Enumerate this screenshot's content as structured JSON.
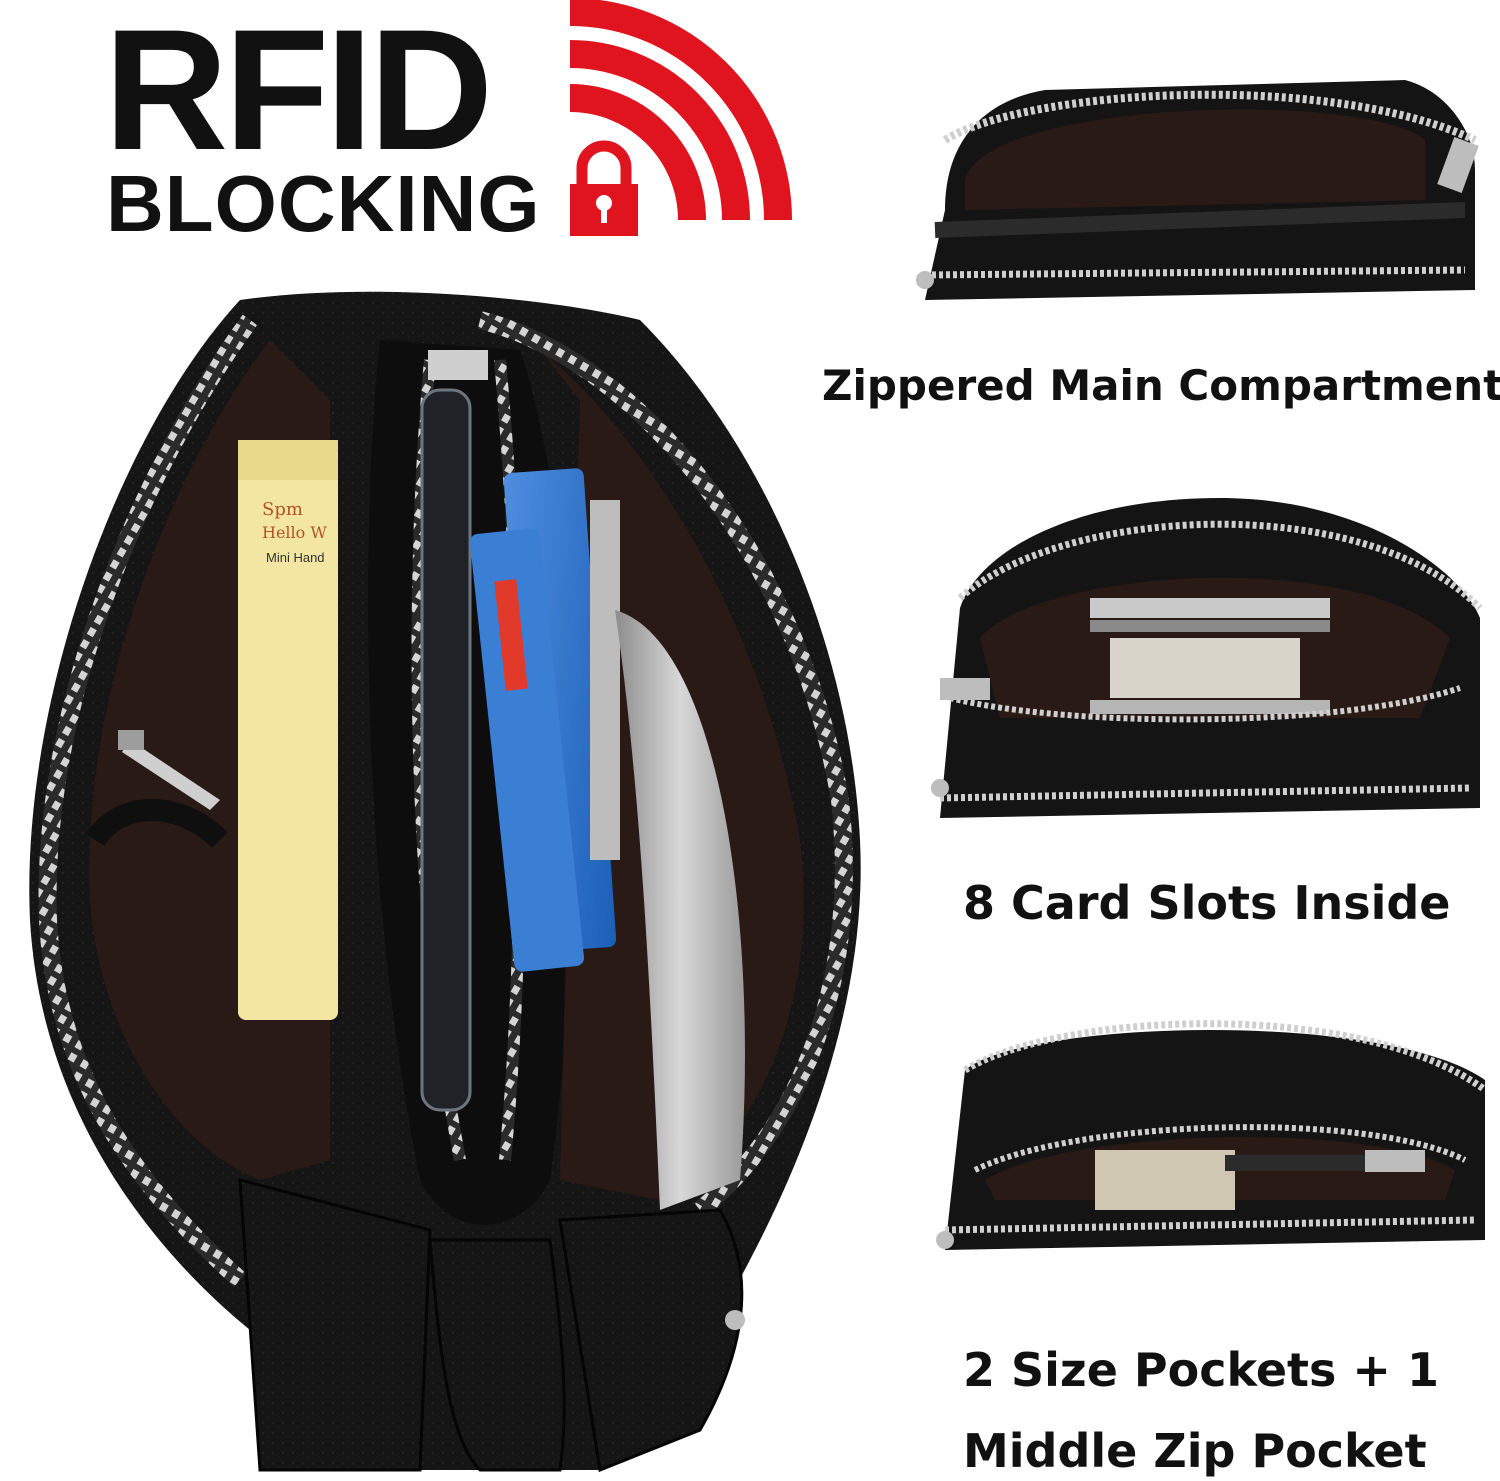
{
  "badge": {
    "line1": "RFID",
    "line2": "BLOCKING",
    "accent_color": "#e0141e",
    "icon": "padlock-signal-icon"
  },
  "features": [
    {
      "caption": "Zippered Main Compartment"
    },
    {
      "caption": "8 Card Slots Inside"
    },
    {
      "caption_line1": "2 Size Pockets + 1",
      "caption_line2": "Middle Zip Pocket"
    }
  ],
  "product_photos": {
    "main": "open-wallet-with-contents",
    "thumbnails": [
      "main-compartment-view",
      "card-slots-view",
      "zip-pocket-view"
    ]
  },
  "colors": {
    "leather": "#121212",
    "lining": "#2a1a15",
    "zipper": "#c9c9c9",
    "text": "#111111"
  }
}
